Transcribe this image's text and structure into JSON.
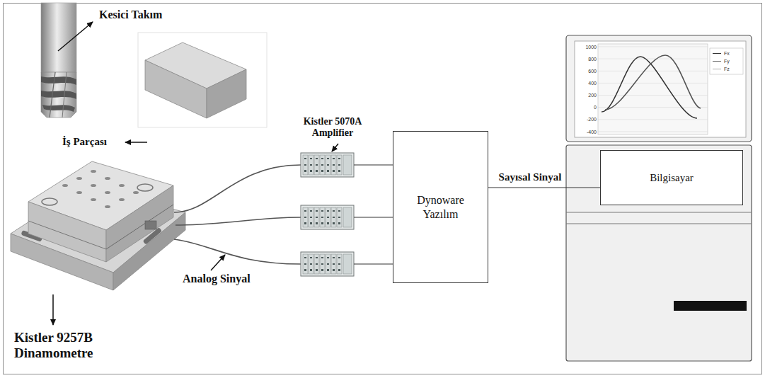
{
  "diagram": {
    "nodes": [
      {
        "text": [
          "Dynoware Yazılım"
        ]
      },
      {
        "text": [
          "Bilgisayar"
        ]
      }
    ],
    "edges": [
      {
        "from": 0,
        "to": 1,
        "arrow": "none",
        "label": "Sayısal Sinyal"
      }
    ],
    "labels": [
      "Kesici Takım",
      "İş Parçası",
      "Kistler 5070A Amplifier",
      "Analog Sinyal",
      "Kistler 9257B Dinamometre",
      "1000",
      "800",
      "600",
      "400",
      "200",
      "0",
      "-200",
      "-400"
    ],
    "legend": [
      {
        "text": "Fx"
      },
      {
        "text": "Fy"
      },
      {
        "text": "Fz"
      }
    ]
  }
}
